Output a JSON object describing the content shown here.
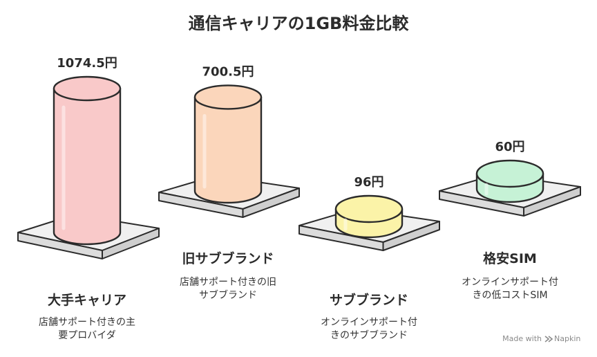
{
  "chart_data": {
    "type": "bar",
    "title": "通信キャリアの1GB料金比較",
    "categories": [
      "大手キャリア",
      "旧サブブランド",
      "サブブランド",
      "格安SIM"
    ],
    "values": [
      1074.5,
      700.5,
      96,
      60
    ],
    "value_labels": [
      "1074.5円",
      "700.5円",
      "96円",
      "60円"
    ],
    "descriptions": [
      [
        "店舗サポート付きの主",
        "要プロバイダ"
      ],
      [
        "店舗サポート付きの旧",
        "サブブランド"
      ],
      [
        "オンラインサポート付",
        "きのサブブランド"
      ],
      [
        "オンラインサポート付",
        "きの低コストSIM"
      ]
    ],
    "colors": [
      "#f9c9c9",
      "#fbd6bb",
      "#fbf3a8",
      "#c6f2d6"
    ],
    "grid": false,
    "legend": "none"
  },
  "footer": {
    "credit": "Made with",
    "brand": "Napkin"
  }
}
